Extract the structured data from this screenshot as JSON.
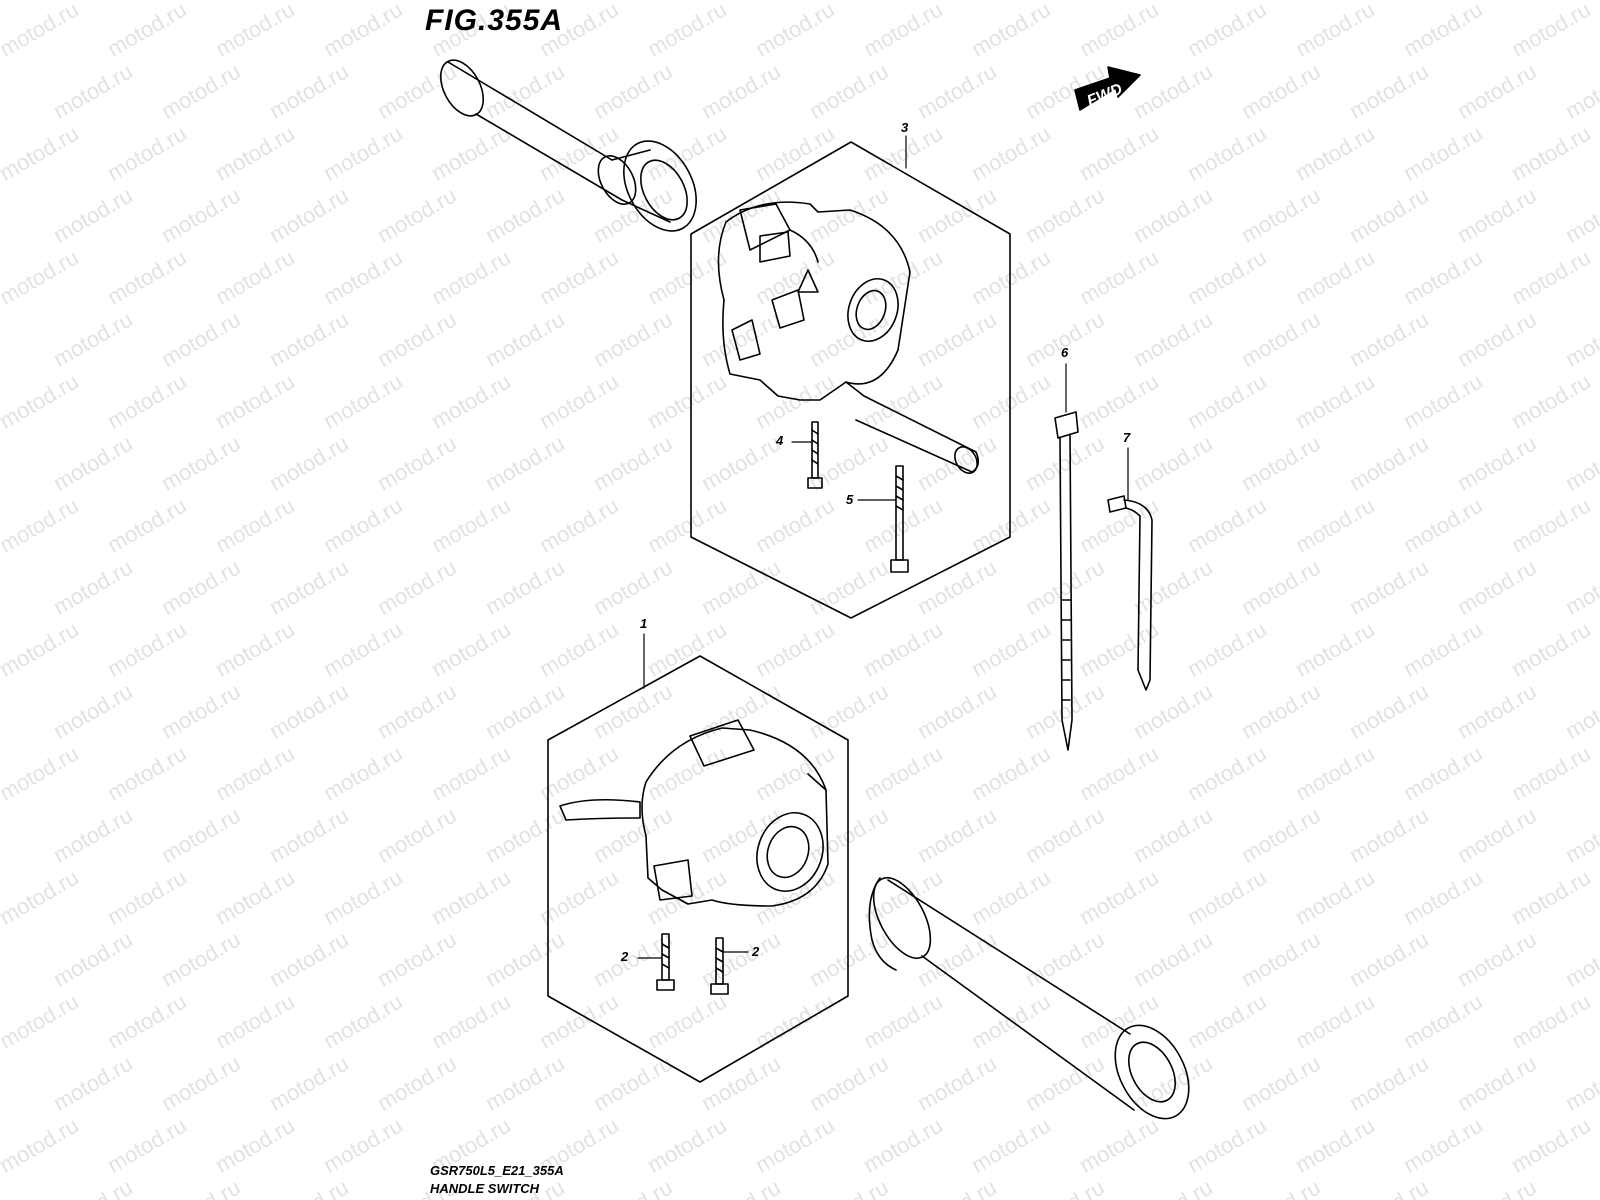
{
  "figure": {
    "title": "FIG.355A"
  },
  "direction_badge": {
    "label": "FWD"
  },
  "callouts": {
    "part_1": "1",
    "part_2a": "2",
    "part_2b": "2",
    "part_3": "3",
    "part_4": "4",
    "part_5": "5",
    "part_6": "6",
    "part_7": "7"
  },
  "footer": {
    "code": "GSR750L5_E21_355A",
    "caption": "HANDLE SWITCH"
  },
  "watermark": {
    "text": "motod.ru"
  }
}
